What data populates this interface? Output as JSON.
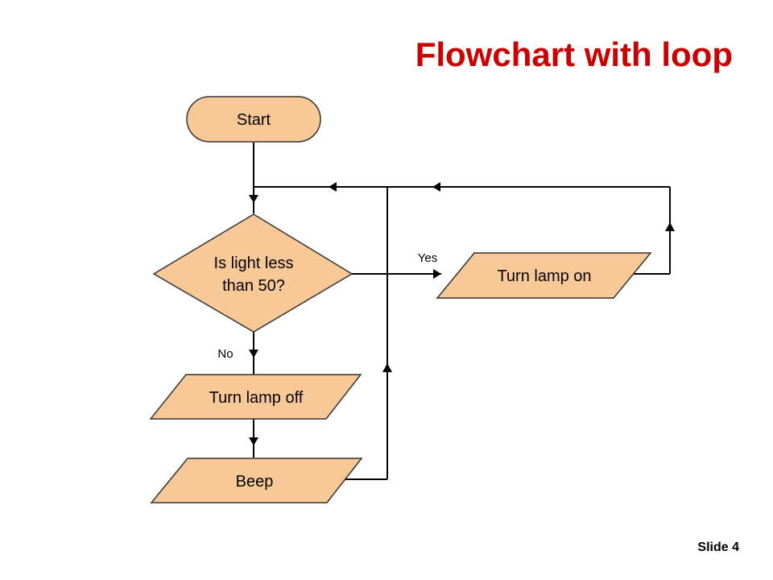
{
  "slide": {
    "title": "Flowchart with loop",
    "number_label": "Slide 4",
    "colors": {
      "title": "#cc0000",
      "shape_fill": "#f9c897",
      "line": "#000000"
    }
  },
  "nodes": {
    "start": "Start",
    "decision_line1": "Is light less",
    "decision_line2": "than 50?",
    "turn_lamp_on": "Turn lamp on",
    "turn_lamp_off": "Turn lamp off",
    "beep": "Beep"
  },
  "edges": {
    "yes": "Yes",
    "no": "No"
  }
}
